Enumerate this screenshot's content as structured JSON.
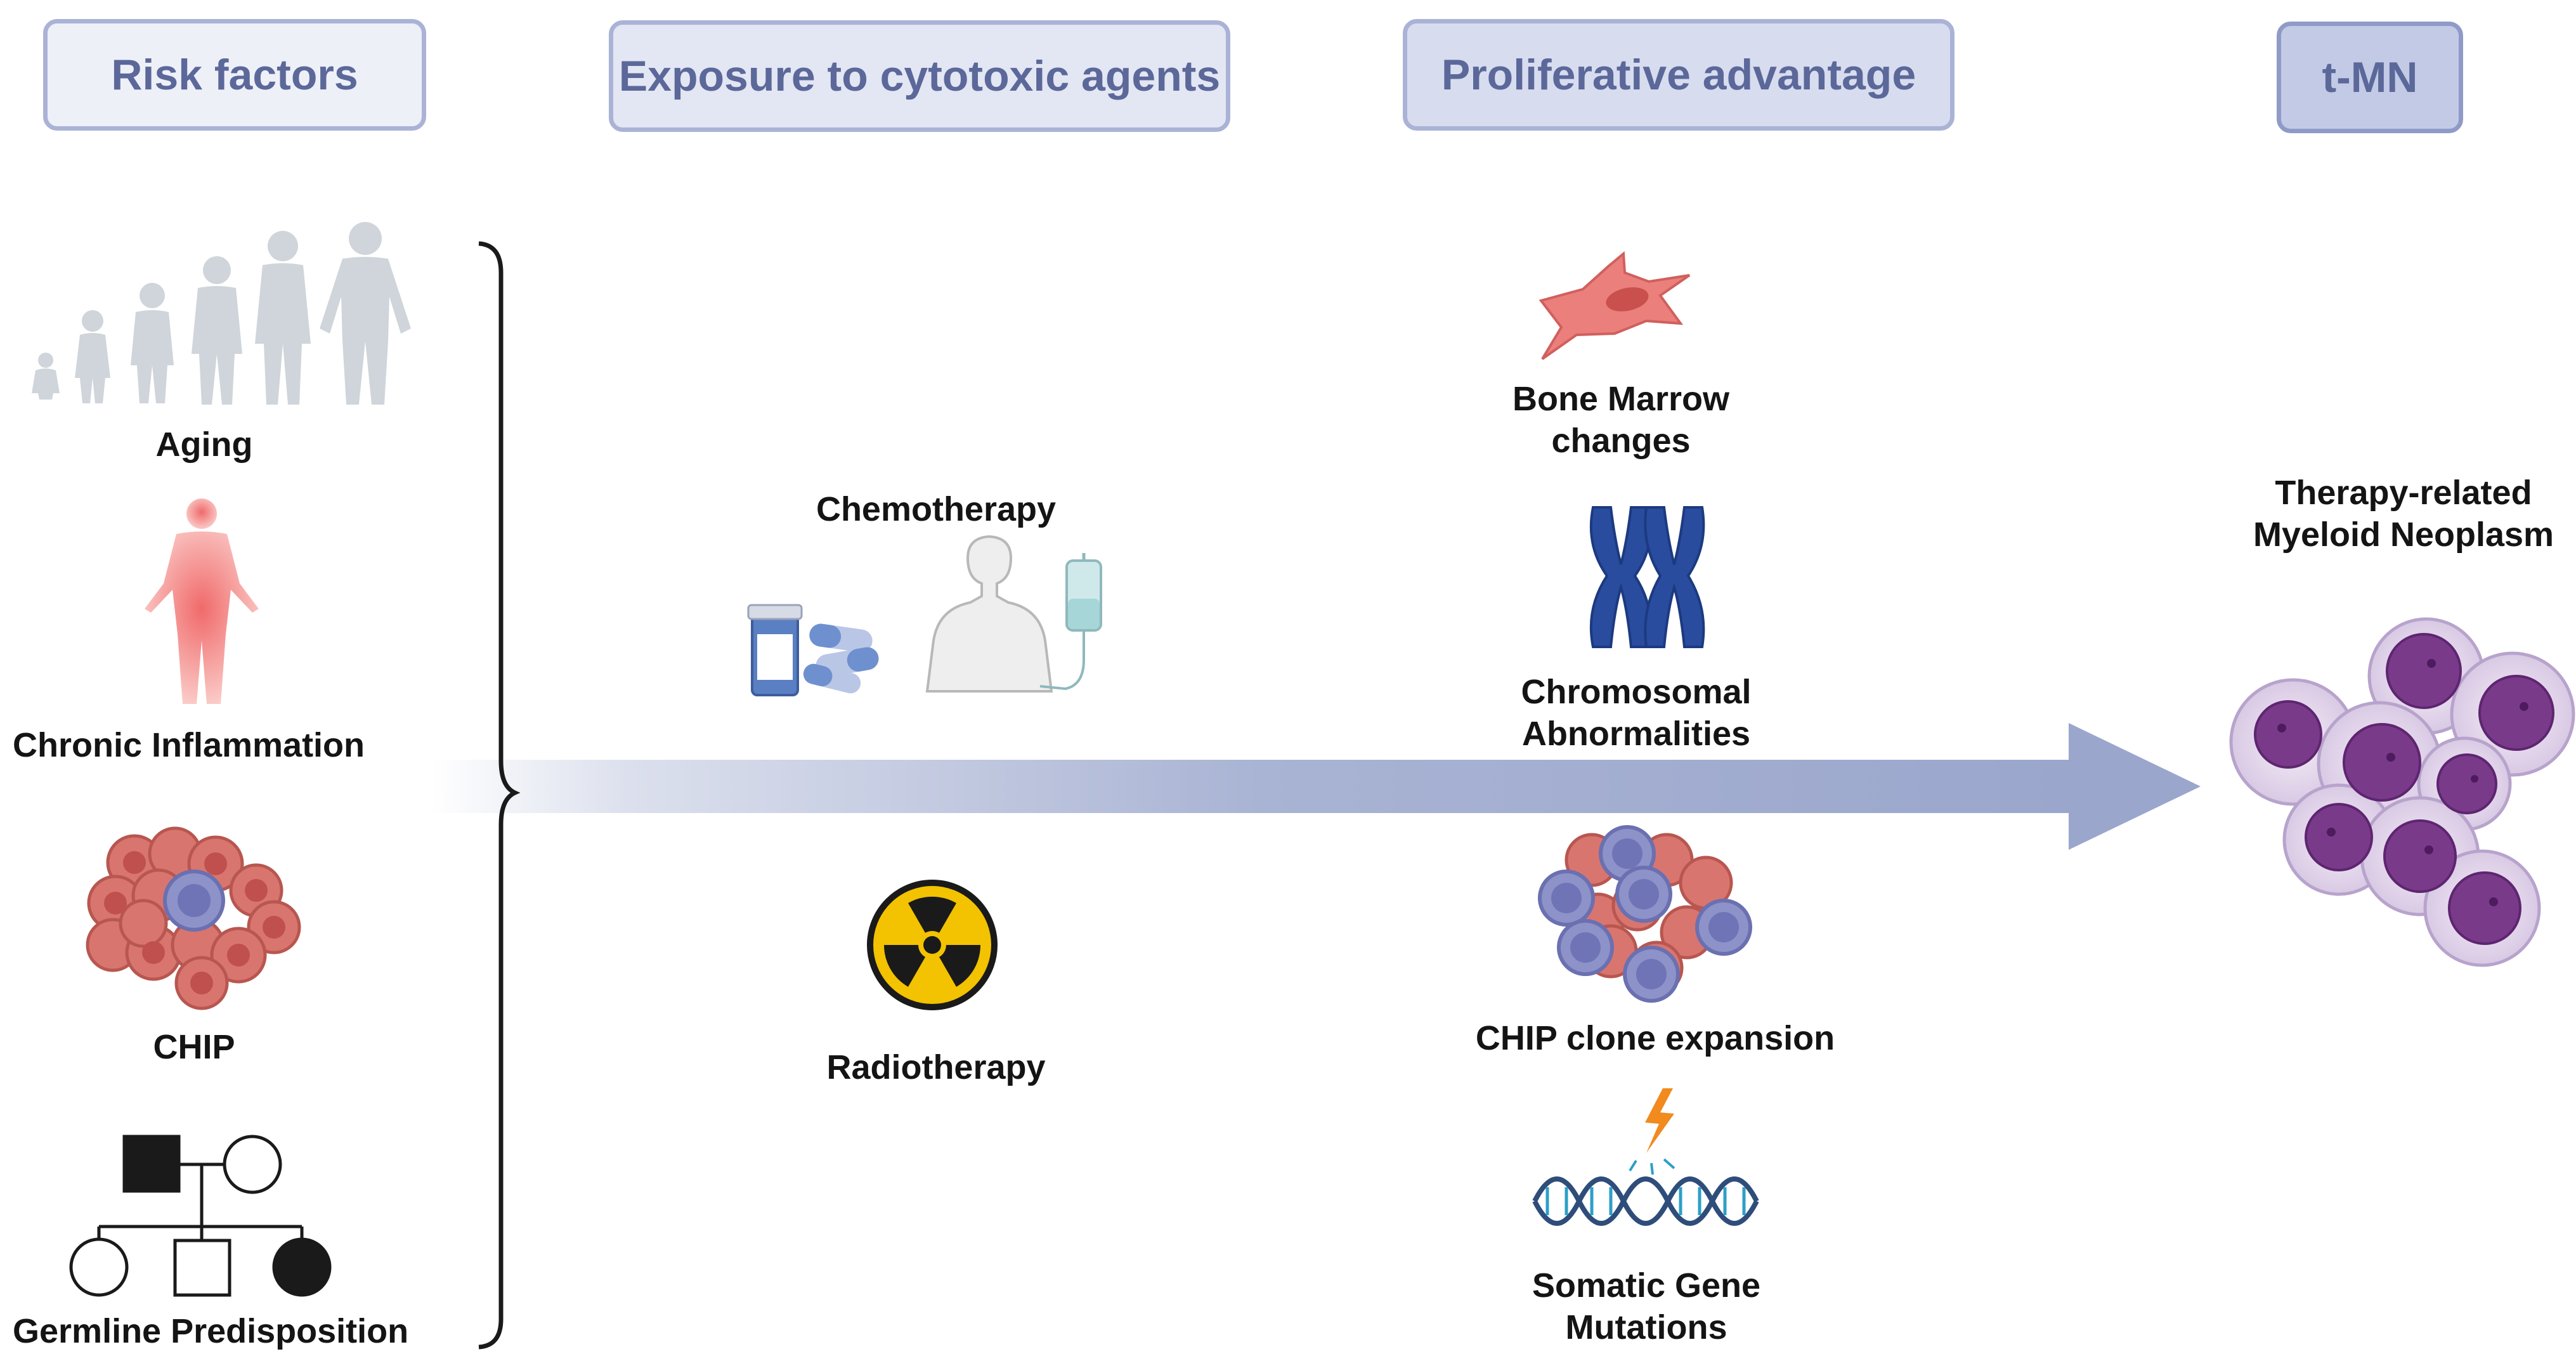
{
  "headers": {
    "risk": "Risk factors",
    "exposure": "Exposure to cytotoxic agents",
    "proliferative": "Proliferative advantage",
    "tmn": "t-MN"
  },
  "risk_factors": {
    "aging": "Aging",
    "inflammation": "Chronic Inflammation",
    "chip": "CHIP",
    "germline": "Germline Predisposition"
  },
  "exposure": {
    "chemo": "Chemotherapy",
    "radio": "Radiotherapy"
  },
  "proliferative": {
    "bone_marrow": [
      "Bone Marrow",
      "changes"
    ],
    "chromosomal": [
      "Chromosomal",
      "Abnormalities"
    ],
    "chip_clone": "CHIP clone expansion",
    "somatic": [
      "Somatic Gene",
      "Mutations"
    ]
  },
  "outcome": [
    "Therapy-related",
    "Myeloid Neoplasm"
  ],
  "colors": {
    "header_border": "#aab3d6",
    "header_fill": "#eef0f8",
    "header_fill_2": "#d7dcef",
    "header_fill_3": "#c3cae6",
    "header_text": "#5b6899",
    "arrow": "#9aa6cc",
    "red_cell": "#d9756f",
    "blue_cell": "#8d92c9",
    "myeloid_cell": "#7a3a8a",
    "chromosome": "#2a4c9e",
    "radiation": "#f3c200"
  }
}
